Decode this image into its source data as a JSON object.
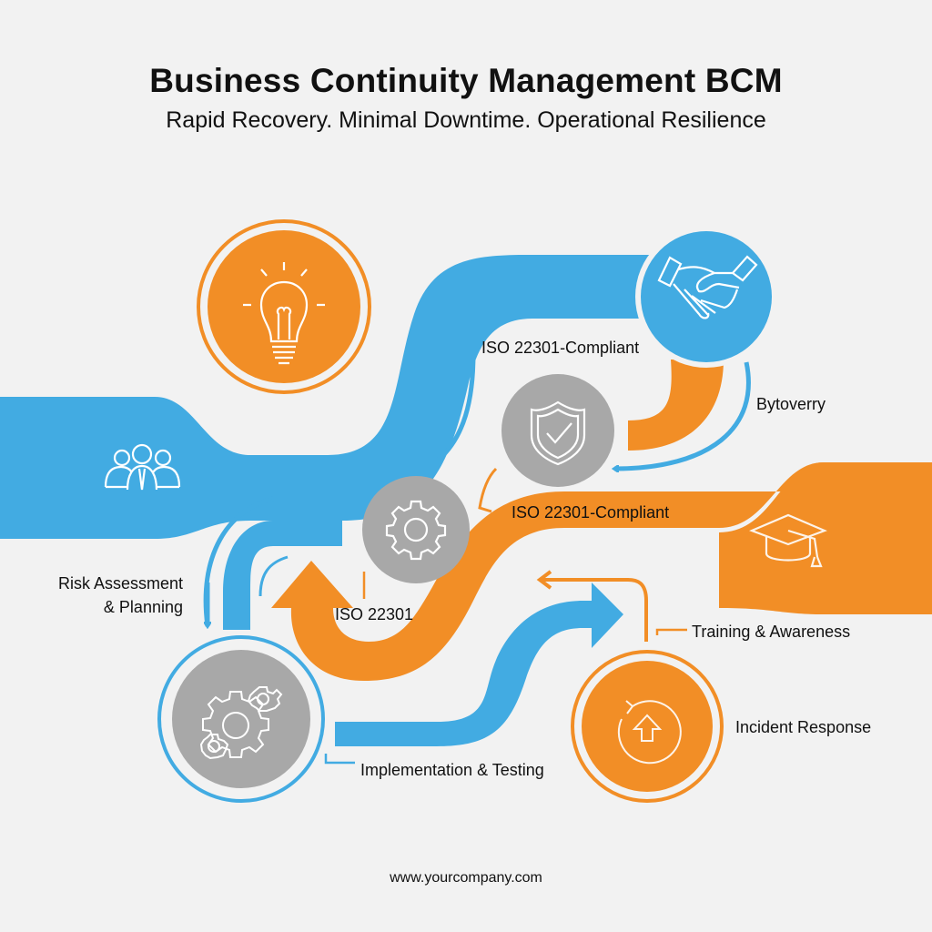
{
  "header": {
    "title": "Business Continuity Management BCM",
    "subtitle": "Rapid Recovery. Minimal Downtime. Operational Resilience"
  },
  "colors": {
    "blue": "#42abe2",
    "orange": "#f28e26",
    "gray": "#a8a8a8",
    "background": "#f2f2f2",
    "icon_stroke": "#ffffff"
  },
  "nodes": [
    {
      "id": "ideation",
      "icon": "lightbulb-icon",
      "color": "orange"
    },
    {
      "id": "partnership",
      "icon": "handshake-icon",
      "color": "blue"
    },
    {
      "id": "compliance",
      "icon": "shield-check-icon",
      "color": "gray"
    },
    {
      "id": "process",
      "icon": "gear-icon",
      "color": "gray"
    },
    {
      "id": "stakeholders",
      "icon": "team-icon",
      "color": "blue"
    },
    {
      "id": "training",
      "icon": "graduation-cap-icon",
      "color": "orange"
    },
    {
      "id": "implementation",
      "icon": "gears-icon",
      "color": "gray"
    },
    {
      "id": "incident",
      "icon": "recovery-upload-icon",
      "color": "orange"
    }
  ],
  "labels": {
    "iso_compliant_top": "ISO 22301-Compliant",
    "recovery": "Bytoverry",
    "iso_compliant_mid": "ISO 22301-Compliant",
    "risk_line1": "Risk Assessment",
    "risk_line2": "& Planning",
    "iso": "ISO 22301",
    "training": "Training & Awareness",
    "incident": "Incident Response",
    "implementation": "Implementation & Testing"
  },
  "footer": {
    "url": "www.yourcompany.com"
  }
}
